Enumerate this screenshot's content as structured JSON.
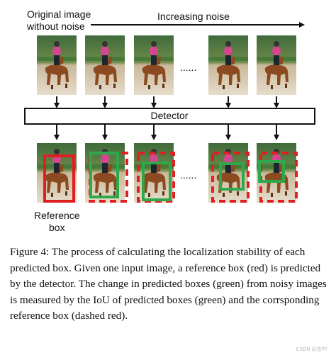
{
  "figure": {
    "original_label_line1": "Original image",
    "original_label_line2": "without noise",
    "increasing_noise_label": "Increasing noise",
    "detector_label": "Detector",
    "reference_label_line1": "Reference",
    "reference_label_line2": "box",
    "ellipsis_top": "......",
    "ellipsis_bottom": "......"
  },
  "caption": {
    "text": "Figure 4: The process of calculating the localization stability of each predicted box. Given one input image, a reference box (red) is predicted by the detector. The change in predicted boxes (green) from noisy images is measured by the IoU of predicted boxes (green) and the corrsponding reference box (dashed red)."
  },
  "watermark": "CSDN @志PY",
  "colors": {
    "reference_box": "#e02020",
    "predicted_box": "#2ea84a",
    "arrow": "#111111"
  }
}
